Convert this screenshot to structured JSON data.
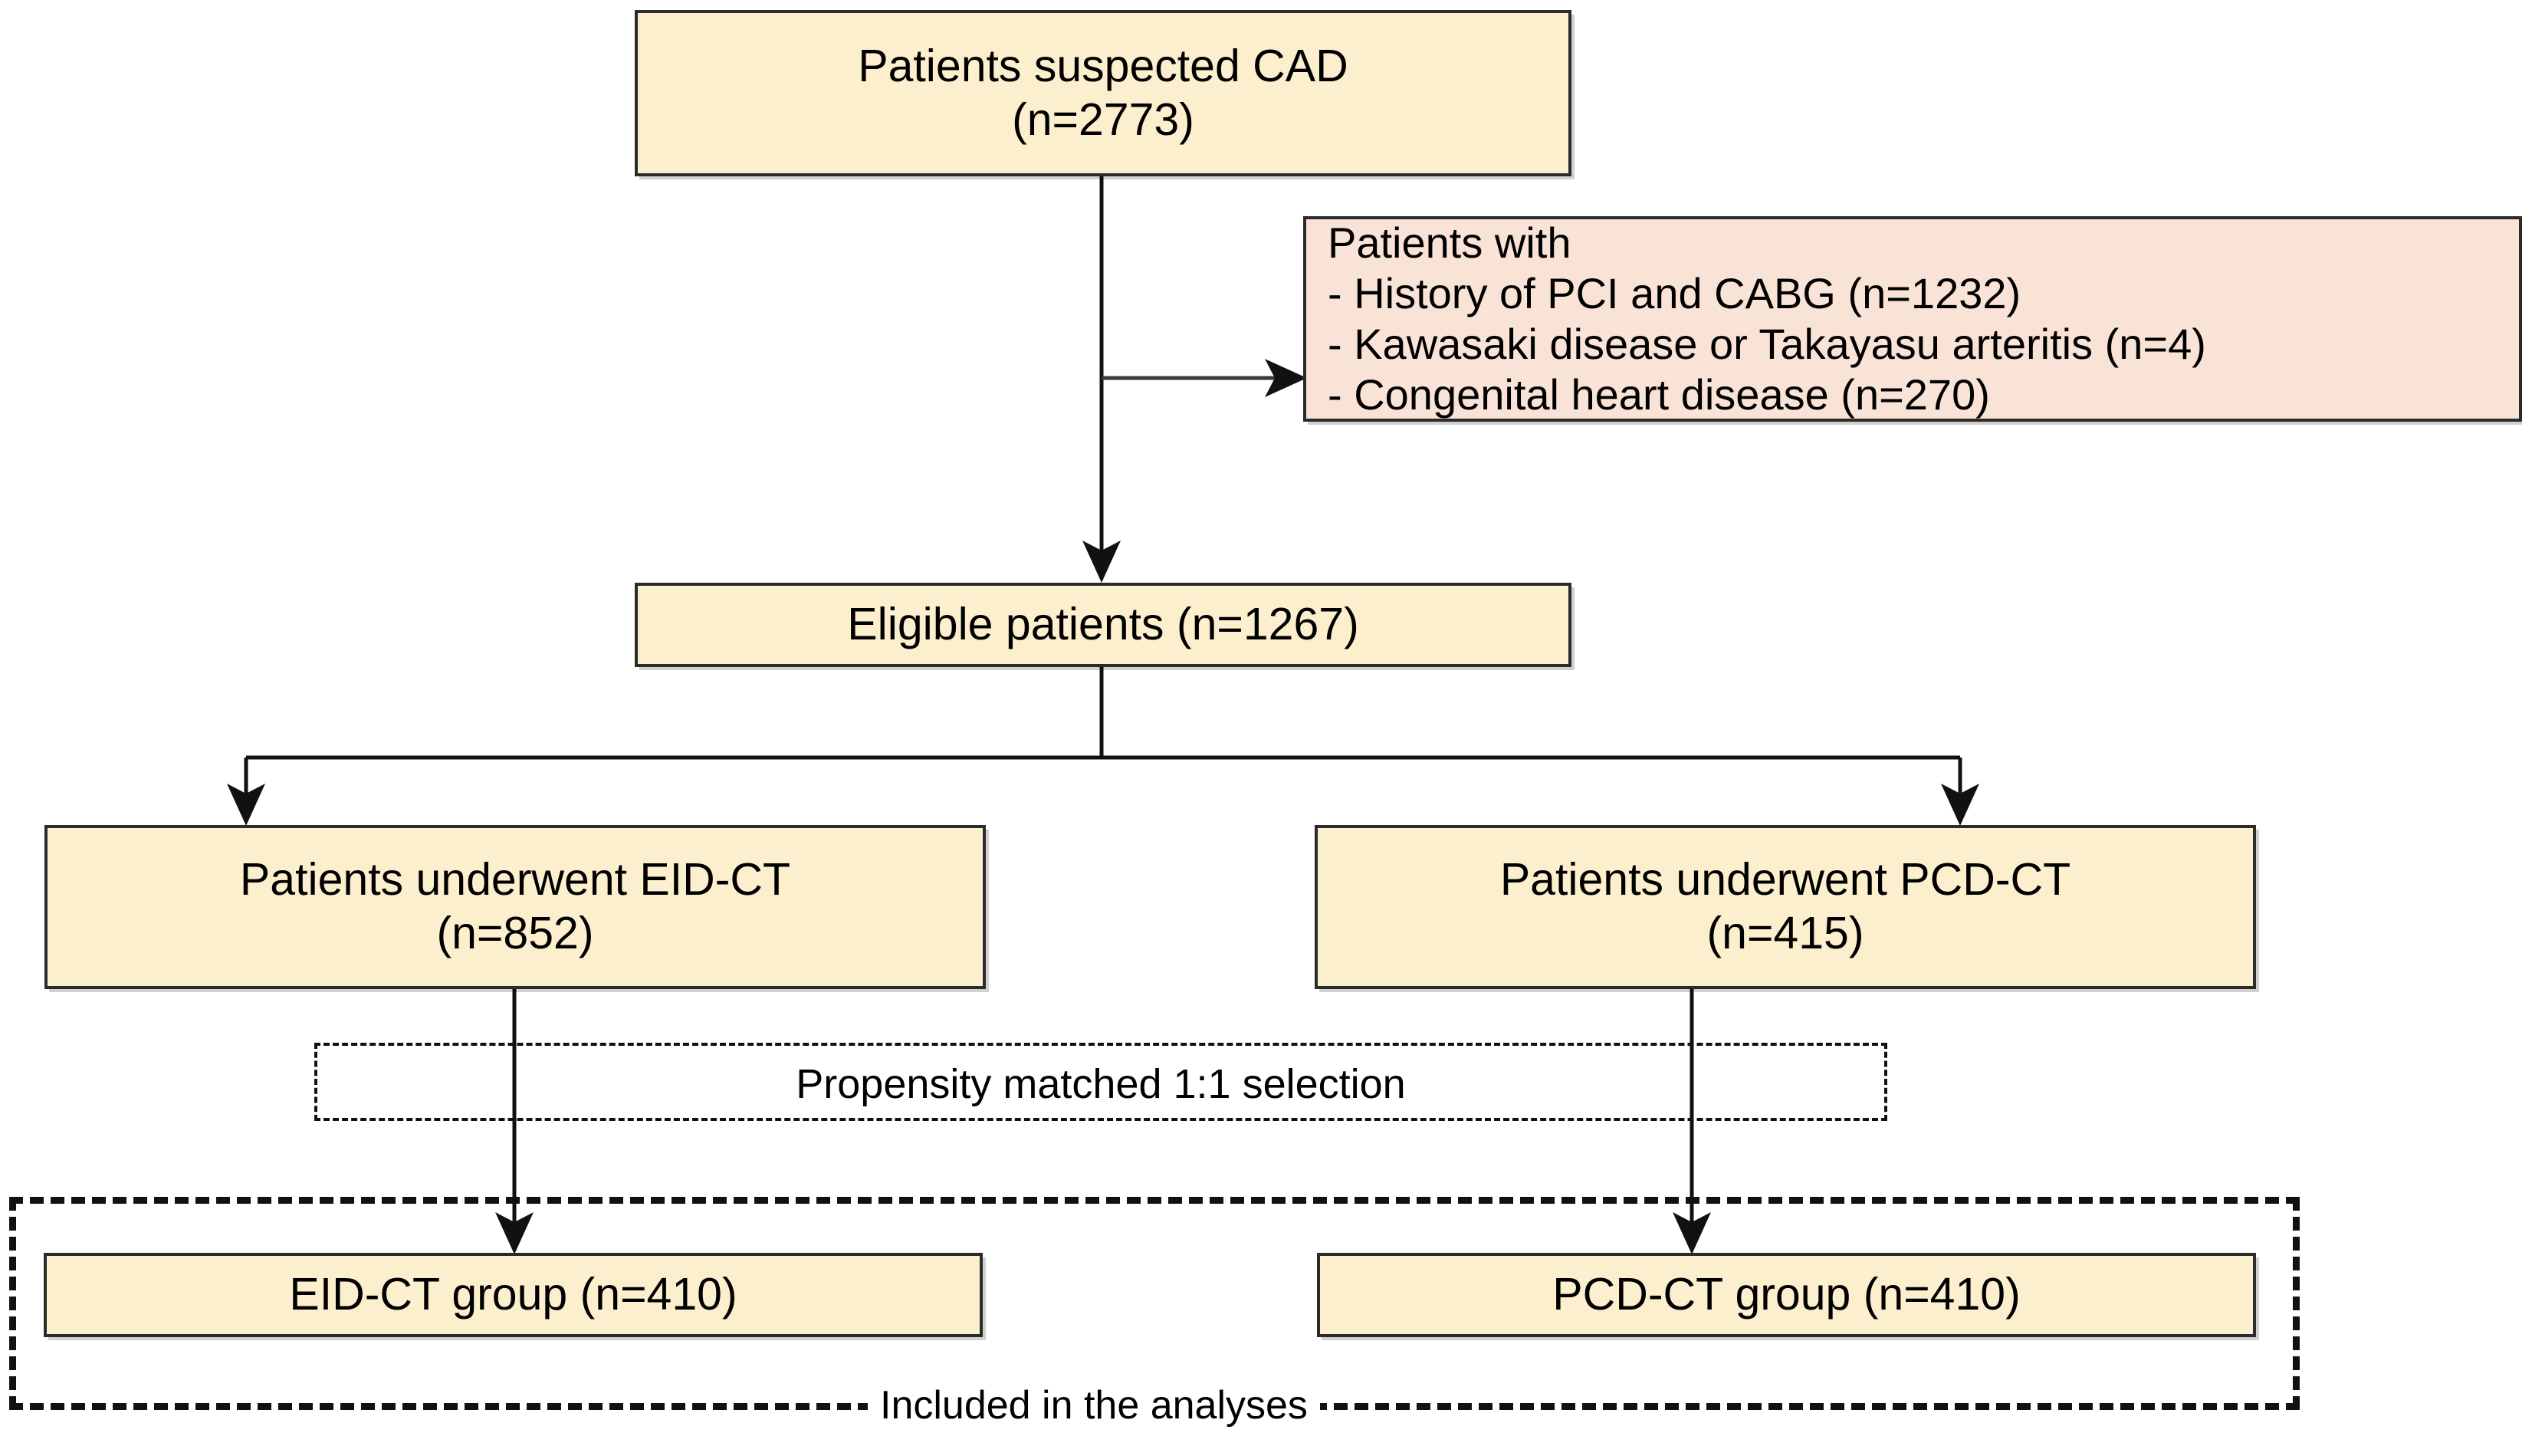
{
  "figure": {
    "type": "flowchart",
    "title": "Patient selection flow diagram",
    "colors": {
      "node_fill": "#fcefcd",
      "exclusion_fill": "#f9e3d6",
      "border": "#2b2b2b",
      "connector": "#111111",
      "text": "#000000"
    }
  },
  "nodes": {
    "suspected": {
      "line1": "Patients suspected CAD",
      "line2": "(n=2773)"
    },
    "exclusion": {
      "heading": "Patients with",
      "items": [
        "- History of PCI and CABG (n=1232)",
        "- Kawasaki disease or Takayasu arteritis (n=4)",
        "- Congenital heart disease (n=270)"
      ]
    },
    "eligible": {
      "line1": "Eligible patients (n=1267)"
    },
    "eid_underwent": {
      "line1": "Patients underwent EID-CT",
      "line2": "(n=852)"
    },
    "pcd_underwent": {
      "line1": "Patients underwent PCD-CT",
      "line2": "(n=415)"
    },
    "propensity": {
      "label": "Propensity matched 1:1 selection"
    },
    "eid_group": {
      "line1": "EID-CT group (n=410)"
    },
    "pcd_group": {
      "line1": "PCD-CT group (n=410)"
    },
    "included": {
      "label": "Included in the analyses"
    }
  },
  "chart_data": {
    "type": "flow",
    "title": "Patient selection flow diagram",
    "steps": [
      {
        "id": "suspected",
        "label": "Patients suspected CAD",
        "n": 2773
      },
      {
        "id": "eligible",
        "label": "Eligible patients",
        "n": 1267
      },
      {
        "id": "eid_underwent",
        "label": "Patients underwent EID-CT",
        "n": 852
      },
      {
        "id": "pcd_underwent",
        "label": "Patients underwent PCD-CT",
        "n": 415
      },
      {
        "id": "eid_group",
        "label": "EID-CT group",
        "n": 410
      },
      {
        "id": "pcd_group",
        "label": "PCD-CT group",
        "n": 410
      }
    ],
    "exclusions": [
      {
        "label": "History of PCI and CABG",
        "n": 1232
      },
      {
        "label": "Kawasaki disease or Takayasu arteritis",
        "n": 4
      },
      {
        "label": "Congenital heart disease",
        "n": 270
      }
    ],
    "annotations": [
      "Propensity matched 1:1 selection",
      "Included in the analyses"
    ]
  }
}
